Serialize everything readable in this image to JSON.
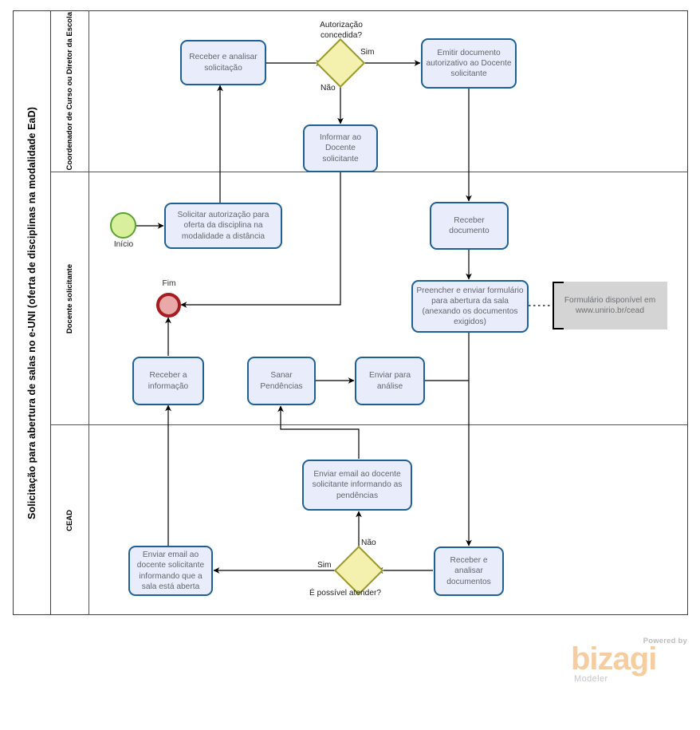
{
  "pool": {
    "title": "Solicitação para abertura de salas no e-UNI (oferta de disciplinas na modalidade EaD)"
  },
  "lanes": [
    {
      "id": "lane-coordenador",
      "label": "Coordenador de Curso ou Diretor da Escola"
    },
    {
      "id": "lane-docente",
      "label": "Docente  solicitante"
    },
    {
      "id": "lane-cead",
      "label": "CEAD"
    }
  ],
  "events": [
    {
      "id": "start",
      "type": "start-event",
      "label": "Início"
    },
    {
      "id": "end",
      "type": "end-event",
      "label": "Fim"
    }
  ],
  "tasks": [
    {
      "id": "t1",
      "label": "Receber  e analisar solicitação"
    },
    {
      "id": "t2",
      "label": "Emitir documento autorizativo ao Docente solicitante"
    },
    {
      "id": "t3",
      "label": "Informar ao Docente solicitante"
    },
    {
      "id": "t4",
      "label": "Solicitar autorização para oferta da disciplina na modalidade a distância"
    },
    {
      "id": "t5",
      "label": "Receber documento"
    },
    {
      "id": "t6",
      "label": "Preencher e enviar formulário para abertura da sala (anexando os documentos exigidos)"
    },
    {
      "id": "t7",
      "label": "Receber a informação"
    },
    {
      "id": "t8",
      "label": "Sanar Pendências"
    },
    {
      "id": "t9",
      "label": "Enviar para análise"
    },
    {
      "id": "t10",
      "label": "Enviar email ao docente solicitante informando as pendências"
    },
    {
      "id": "t11",
      "label": "Enviar email ao docente solicitante informando que a sala está aberta"
    },
    {
      "id": "t12",
      "label": "Receber e analisar documentos"
    }
  ],
  "gateways": [
    {
      "id": "g1",
      "label": "Autorização concedida?",
      "yes": "Sim",
      "no": "Não"
    },
    {
      "id": "g2",
      "label": "É possível atender?",
      "yes": "Sim",
      "no": "Não"
    }
  ],
  "annotations": [
    {
      "id": "a1",
      "text": "Formulário disponível em www.unirio.br/cead"
    }
  ],
  "flow_labels": {
    "g1_yes": "Sim",
    "g1_no": "Não",
    "g2_yes": "Sim",
    "g2_no": "Não"
  },
  "logo": {
    "powered_by": "Powered by",
    "brand": "bizagi",
    "product": "Modeler"
  },
  "colors": {
    "task_fill": "#e9edfb",
    "task_stroke": "#1f6096",
    "gateway_fill": "#f4f0ae",
    "gateway_stroke": "#9a9a2c",
    "start_fill": "#d8f09c",
    "start_stroke": "#58a32f",
    "end_fill": "#e9a9a9",
    "end_stroke": "#a51d20",
    "annotation_fill": "#d4d4d4",
    "brand_orange": "#f5cda0"
  }
}
